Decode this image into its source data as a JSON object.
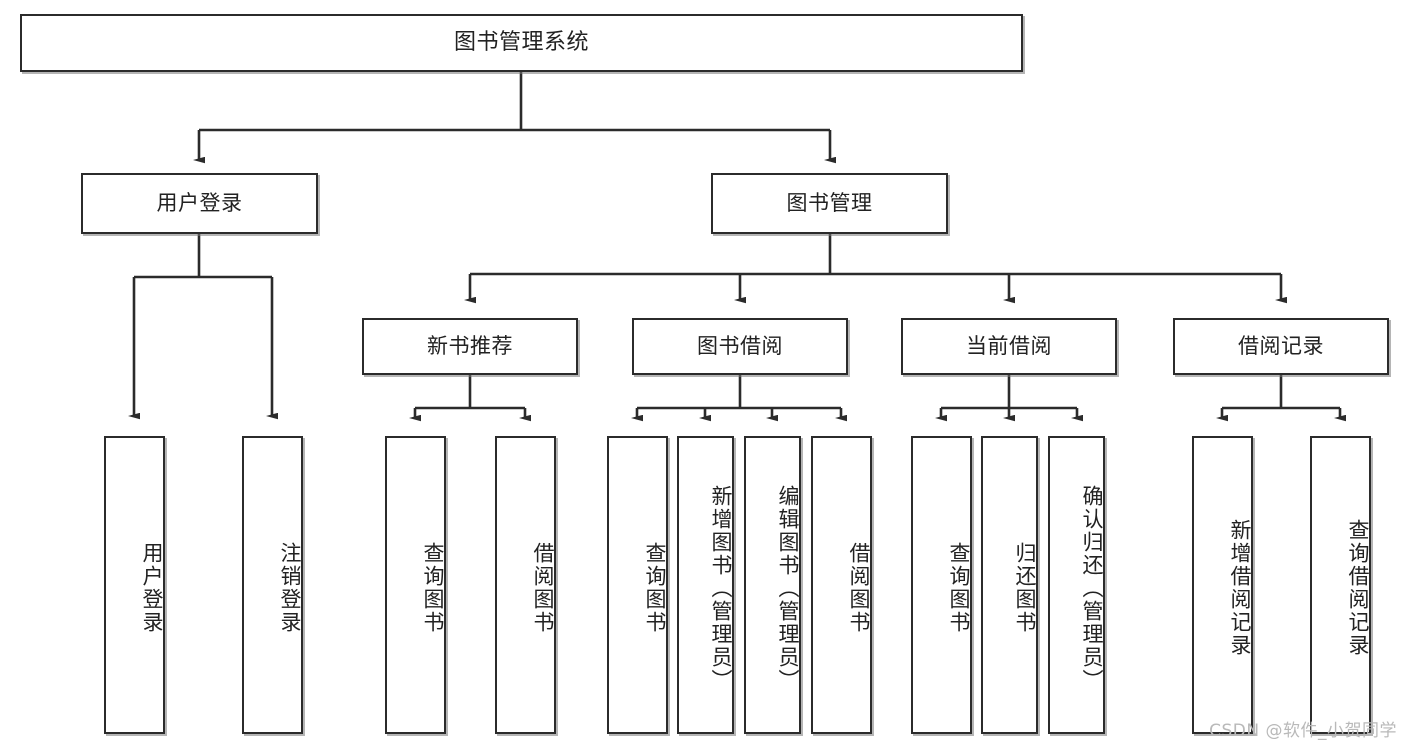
{
  "diagram": {
    "type": "tree",
    "title": "图书管理系统",
    "watermark": "CSDN @软件_小贺同学",
    "colors": {
      "box_border": "#2b2b2b",
      "box_fill": "#ffffff",
      "connector": "#2b2b2b",
      "text": "#222222",
      "watermark": "#b9b9b9",
      "background": "#ffffff"
    },
    "root": {
      "label": "图书管理系统"
    },
    "level2": [
      {
        "label": "用户登录"
      },
      {
        "label": "图书管理"
      }
    ],
    "level3": [
      {
        "label": "新书推荐"
      },
      {
        "label": "图书借阅"
      },
      {
        "label": "当前借阅"
      },
      {
        "label": "借阅记录"
      }
    ],
    "leaves": {
      "user_login": [
        {
          "label": "用户登录"
        },
        {
          "label": "注销登录"
        }
      ],
      "new_book_recommend": [
        {
          "label": "查询图书"
        },
        {
          "label": "借阅图书"
        }
      ],
      "book_borrow": [
        {
          "label": "查询图书"
        },
        {
          "label": "新增图书（管理员）"
        },
        {
          "label": "编辑图书（管理员）"
        },
        {
          "label": "借阅图书"
        }
      ],
      "current_borrow": [
        {
          "label": "查询图书"
        },
        {
          "label": "归还图书"
        },
        {
          "label": "确认归还（管理员）"
        }
      ],
      "borrow_record": [
        {
          "label": "新增借阅记录"
        },
        {
          "label": "查询借阅记录"
        }
      ]
    }
  }
}
